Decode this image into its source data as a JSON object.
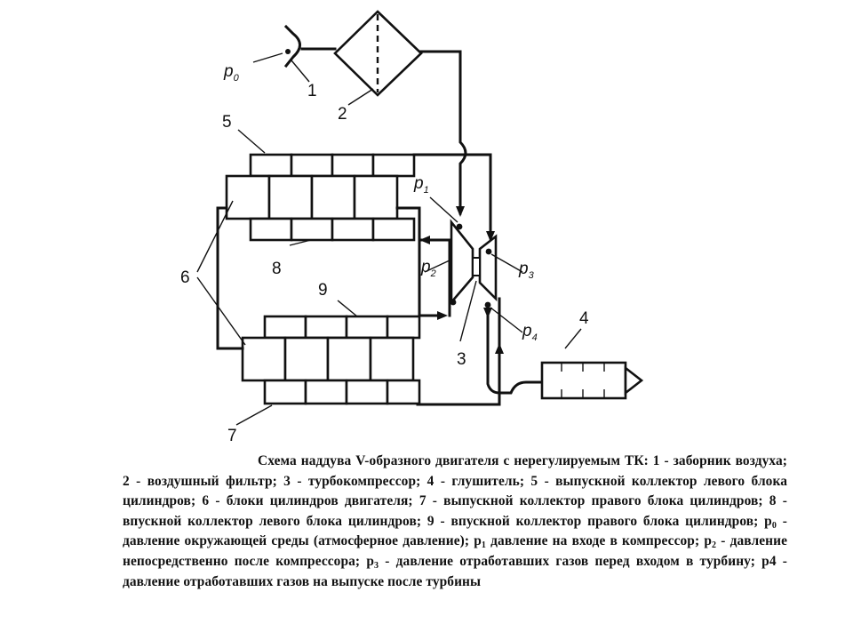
{
  "diagram": {
    "callouts": {
      "c1": "1",
      "c2": "2",
      "c3": "3",
      "c4": "4",
      "c5": "5",
      "c6": "6",
      "c7": "7",
      "c8": "8",
      "c9": "9"
    },
    "pressures": {
      "p0": {
        "base": "p",
        "sub": "0"
      },
      "p1": {
        "base": "p",
        "sub": "1"
      },
      "p2": {
        "base": "p",
        "sub": "2"
      },
      "p3": {
        "base": "p",
        "sub": "3"
      },
      "p4": {
        "base": "p",
        "sub": "4"
      }
    }
  },
  "caption": {
    "seg1": "Схема наддува V-образного двигателя с нерегулируемым ТК: 1 - заборник воздуха; 2 - воздушный фильтр; 3 - турбокомпрессор; 4 - глушитель; 5 - выпускной коллектор левого блока цилиндров; 6 - блоки цилиндров двигателя; 7 - выпускной коллектор правого блока цилиндров; 8 - впускной коллектор левого блока цилиндров; 9 - впускной коллектор правого блока цилиндров; p",
    "sub0": "0",
    "seg2": " - давление окружающей среды (атмосферное давление); p",
    "sub1": "1",
    "seg3": "  давление на входе в компрессор; p",
    "sub2": "2",
    "seg4": " - давление непосредственно после компрессора; p",
    "sub3": "3",
    "seg5": " - давление отработавших газов перед входом в турбину; p4 - давление отработавших газов на выпуске после турбины"
  }
}
